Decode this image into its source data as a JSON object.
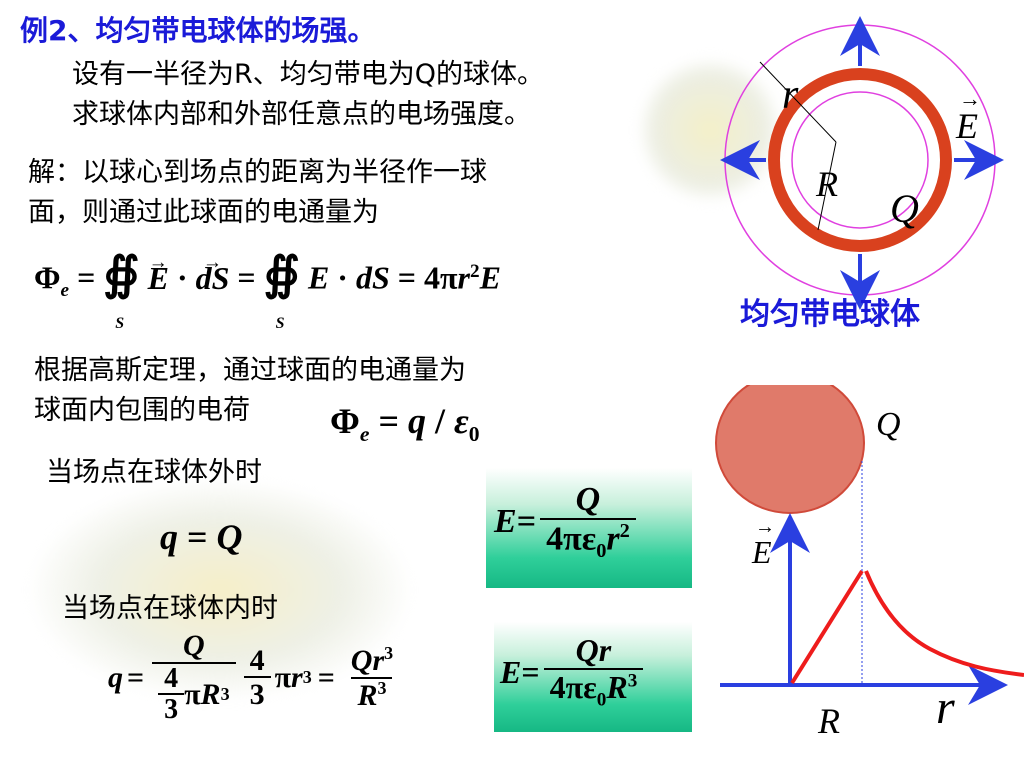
{
  "title": "例2、均匀带电球体的场强。",
  "problem": {
    "line1": "设有一半径为R、均匀带电为Q的球体。",
    "line2": "求球体内部和外部任意点的电场强度。"
  },
  "solution": {
    "line1": "解：以球心到场点的距离为半径作一球",
    "line2": "面，则通过此球面的电通量为"
  },
  "flux_eq": {
    "phi": "Φ",
    "sub_e": "e",
    "eq": "=",
    "integral": "∯",
    "sub_s": "S",
    "E": "E",
    "dot": "·",
    "dS": "dS",
    "four_pi": "4π",
    "r": "r",
    "exp2": "2"
  },
  "gauss": {
    "line1": "根据高斯定理，通过球面的电通量为",
    "line2": "球面内包围的电荷",
    "rhs_q": "q",
    "slash": "/",
    "eps": "ε",
    "sub0": "0"
  },
  "outside": {
    "label": "当场点在球体外时",
    "lhs": "q",
    "rhs": "Q"
  },
  "inside": {
    "label": "当场点在球体内时",
    "q": "q",
    "Q": "Q",
    "four": "4",
    "three": "3",
    "pi": "π",
    "R": "R",
    "r": "r",
    "exp3": "3",
    "Qr": "Qr"
  },
  "result_outside": {
    "E": "E",
    "eq": "=",
    "num": "Q",
    "den": "4πε"
  },
  "result_inside": {
    "E": "E",
    "eq": "=",
    "num": "Qr",
    "den": "4πε"
  },
  "diagram_top": {
    "label_r": "r",
    "label_E": "E",
    "label_R": "R",
    "label_Q": "Q",
    "caption": "均匀带电球体"
  },
  "diagram_bottom": {
    "label_Q": "Q",
    "label_E": "E",
    "label_r": "r",
    "label_R": "R"
  },
  "colors": {
    "title_blue": "#1a1ad8",
    "ring_red": "#d9411e",
    "arrow_blue": "#2a3fe0",
    "magenta": "#e040e0",
    "ball_fill": "#e07a6a",
    "curve_red": "#ee1c1c"
  }
}
